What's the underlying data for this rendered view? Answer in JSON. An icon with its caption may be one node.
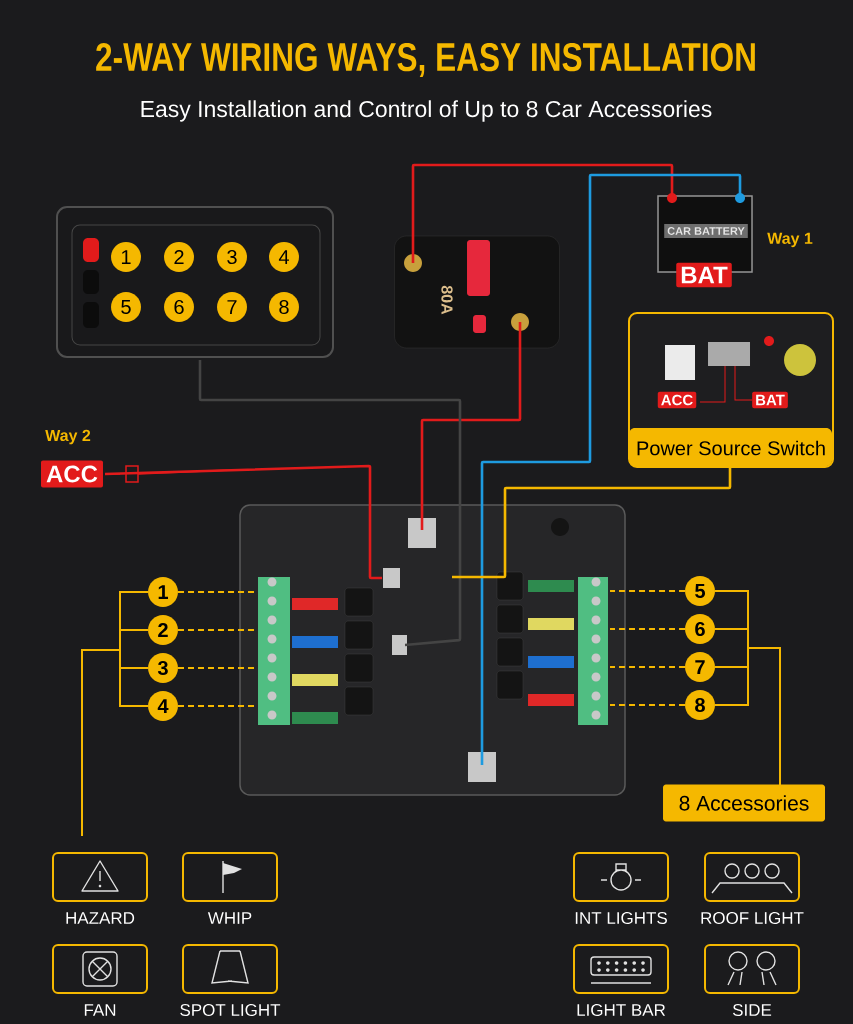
{
  "diagram": {
    "title": "2-WAY WIRING WAYS, EASY INSTALLATION",
    "nodes": [
      {
        "text": [],
        "shape": "picture"
      },
      {
        "text": [
          "80A"
        ]
      },
      {
        "text": [
          "CAR BATTERY",
          "BAT"
        ],
        "beside": [
          "Way 1"
        ]
      },
      {
        "text": [
          "ACC"
        ],
        "beside": [
          "Way 2"
        ]
      },
      {
        "text": [
          "ACC",
          "BAT",
          "Power Source Switch"
        ]
      },
      {
        "text": [],
        "shape": "picture"
      },
      {
        "text": [
          "1"
        ]
      },
      {
        "text": [
          "2"
        ]
      },
      {
        "text": [
          "3"
        ]
      },
      {
        "text": [
          "4"
        ]
      },
      {
        "text": [
          "5"
        ]
      },
      {
        "text": [
          "6"
        ]
      },
      {
        "text": [
          "7"
        ]
      },
      {
        "text": [
          "8"
        ]
      },
      {
        "text": [
          "8 Accessories"
        ]
      },
      {
        "text": [
          "HAZARD"
        ]
      },
      {
        "text": [
          "WHIP"
        ]
      },
      {
        "text": [
          "INT LIGHTS"
        ]
      },
      {
        "text": [
          "ROOF LIGHT"
        ]
      },
      {
        "text": [
          "FAN"
        ]
      },
      {
        "text": [
          "SPOT LIGHT"
        ]
      },
      {
        "text": [
          "LIGHT BAR"
        ]
      },
      {
        "text": [
          "SIDE"
        ]
      }
    ],
    "edges": [
      {
        "from": 1,
        "to": 2,
        "arrow": "none",
        "color": "#e21b1b"
      },
      {
        "from": 1,
        "to": 5,
        "arrow": "none",
        "color": "#e21b1b"
      },
      {
        "from": 2,
        "to": 5,
        "arrow": "none",
        "color": "#1e9be0"
      },
      {
        "from": 0,
        "to": 5,
        "arrow": "none",
        "color": "#444444"
      },
      {
        "from": 3,
        "to": 5,
        "arrow": "none",
        "color": "#e21b1b"
      },
      {
        "from": 4,
        "to": 5,
        "arrow": "none"
      },
      {
        "from": 6,
        "to": 5,
        "arrow": "none",
        "style": "dashed"
      },
      {
        "from": 7,
        "to": 5,
        "arrow": "none",
        "style": "dashed"
      },
      {
        "from": 8,
        "to": 5,
        "arrow": "none",
        "style": "dashed"
      },
      {
        "from": 9,
        "to": 5,
        "arrow": "none",
        "style": "dashed"
      },
      {
        "from": 10,
        "to": 5,
        "arrow": "none",
        "style": "dashed"
      },
      {
        "from": 11,
        "to": 5,
        "arrow": "none",
        "style": "dashed"
      },
      {
        "from": 12,
        "to": 5,
        "arrow": "none",
        "style": "dashed"
      },
      {
        "from": 13,
        "to": 5,
        "arrow": "none",
        "style": "dashed"
      }
    ],
    "labels": [
      "Easy Installation and Control of Up to 8 Car Accessories",
      "1",
      "2",
      "3",
      "4",
      "5",
      "6",
      "7",
      "8"
    ]
  }
}
